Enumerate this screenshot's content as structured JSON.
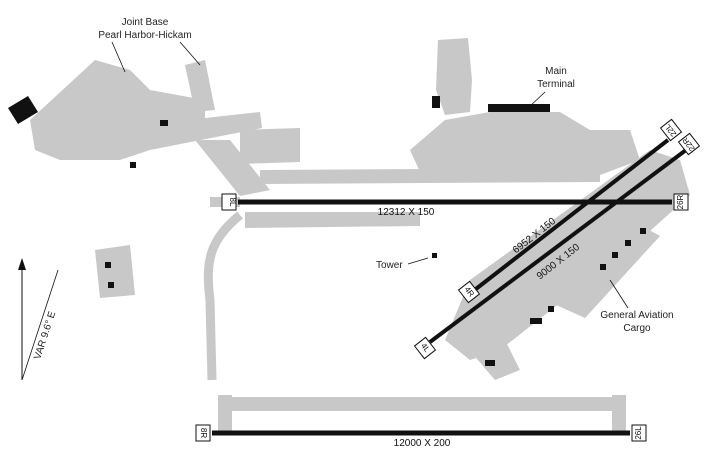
{
  "labels": {
    "base_line1": "Joint Base",
    "base_line2": "Pearl Harbor-Hickam",
    "terminal_line1": "Main",
    "terminal_line2": "Terminal",
    "tower": "Tower",
    "ga_line1": "General Aviation",
    "ga_line2": "Cargo",
    "variation": "VAR 9.6° E"
  },
  "runways": {
    "r8l_26r": {
      "dims": "12312 X 150",
      "end_a": "8L",
      "end_b": "26R"
    },
    "r8r_26l": {
      "dims": "12000 X 200",
      "end_a": "8R",
      "end_b": "26L"
    },
    "r4r_22l": {
      "dims": "6952 X 150",
      "end_a": "4R",
      "end_b": "22L"
    },
    "r4l_22r": {
      "dims": "9000 X 150",
      "end_a": "4L",
      "end_b": "22R"
    }
  },
  "colors": {
    "pavement": "#c8c8c8",
    "runway": "#111111",
    "buildings": "#111111"
  }
}
